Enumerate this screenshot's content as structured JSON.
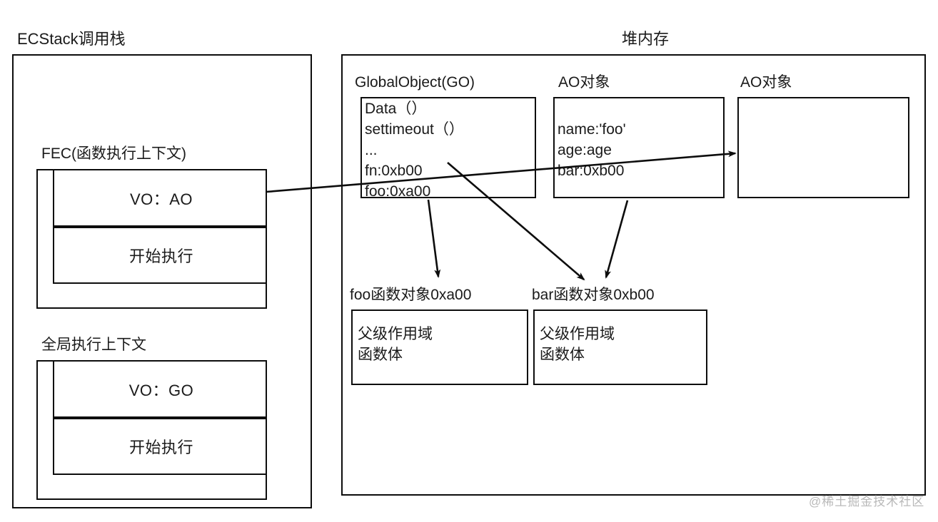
{
  "diagram": {
    "title_left": "ECStack调用栈",
    "title_right": "堆内存",
    "watermark": "@稀土掘金技术社区"
  },
  "ecstack": {
    "fec": {
      "label": "FEC(函数执行上下文)",
      "rows": [
        "VO：AO",
        "开始执行"
      ]
    },
    "gec": {
      "label": "全局执行上下文",
      "rows": [
        "VO：GO",
        "开始执行"
      ]
    }
  },
  "heap": {
    "global_object": {
      "label": "GlobalObject(GO)",
      "entries": "Data（）\nsettimeout（）\n...\nfn:0xb00\nfoo:0xa00"
    },
    "ao_object_1": {
      "label": "AO对象",
      "entries": "name:'foo'\nage:age\nbar:0xb00"
    },
    "ao_object_2": {
      "label": "AO对象",
      "entries": ""
    },
    "foo_function_object": {
      "label": "foo函数对象0xa00",
      "entries": "父级作用域\n函数体"
    },
    "bar_function_object": {
      "label": "bar函数对象0xb00",
      "entries": "父级作用域\n函数体"
    }
  },
  "colors": {
    "stroke": "#0d0d0d",
    "text": "#1a1a1a",
    "background": "#ffffff",
    "watermark": "#b9b9b9"
  }
}
